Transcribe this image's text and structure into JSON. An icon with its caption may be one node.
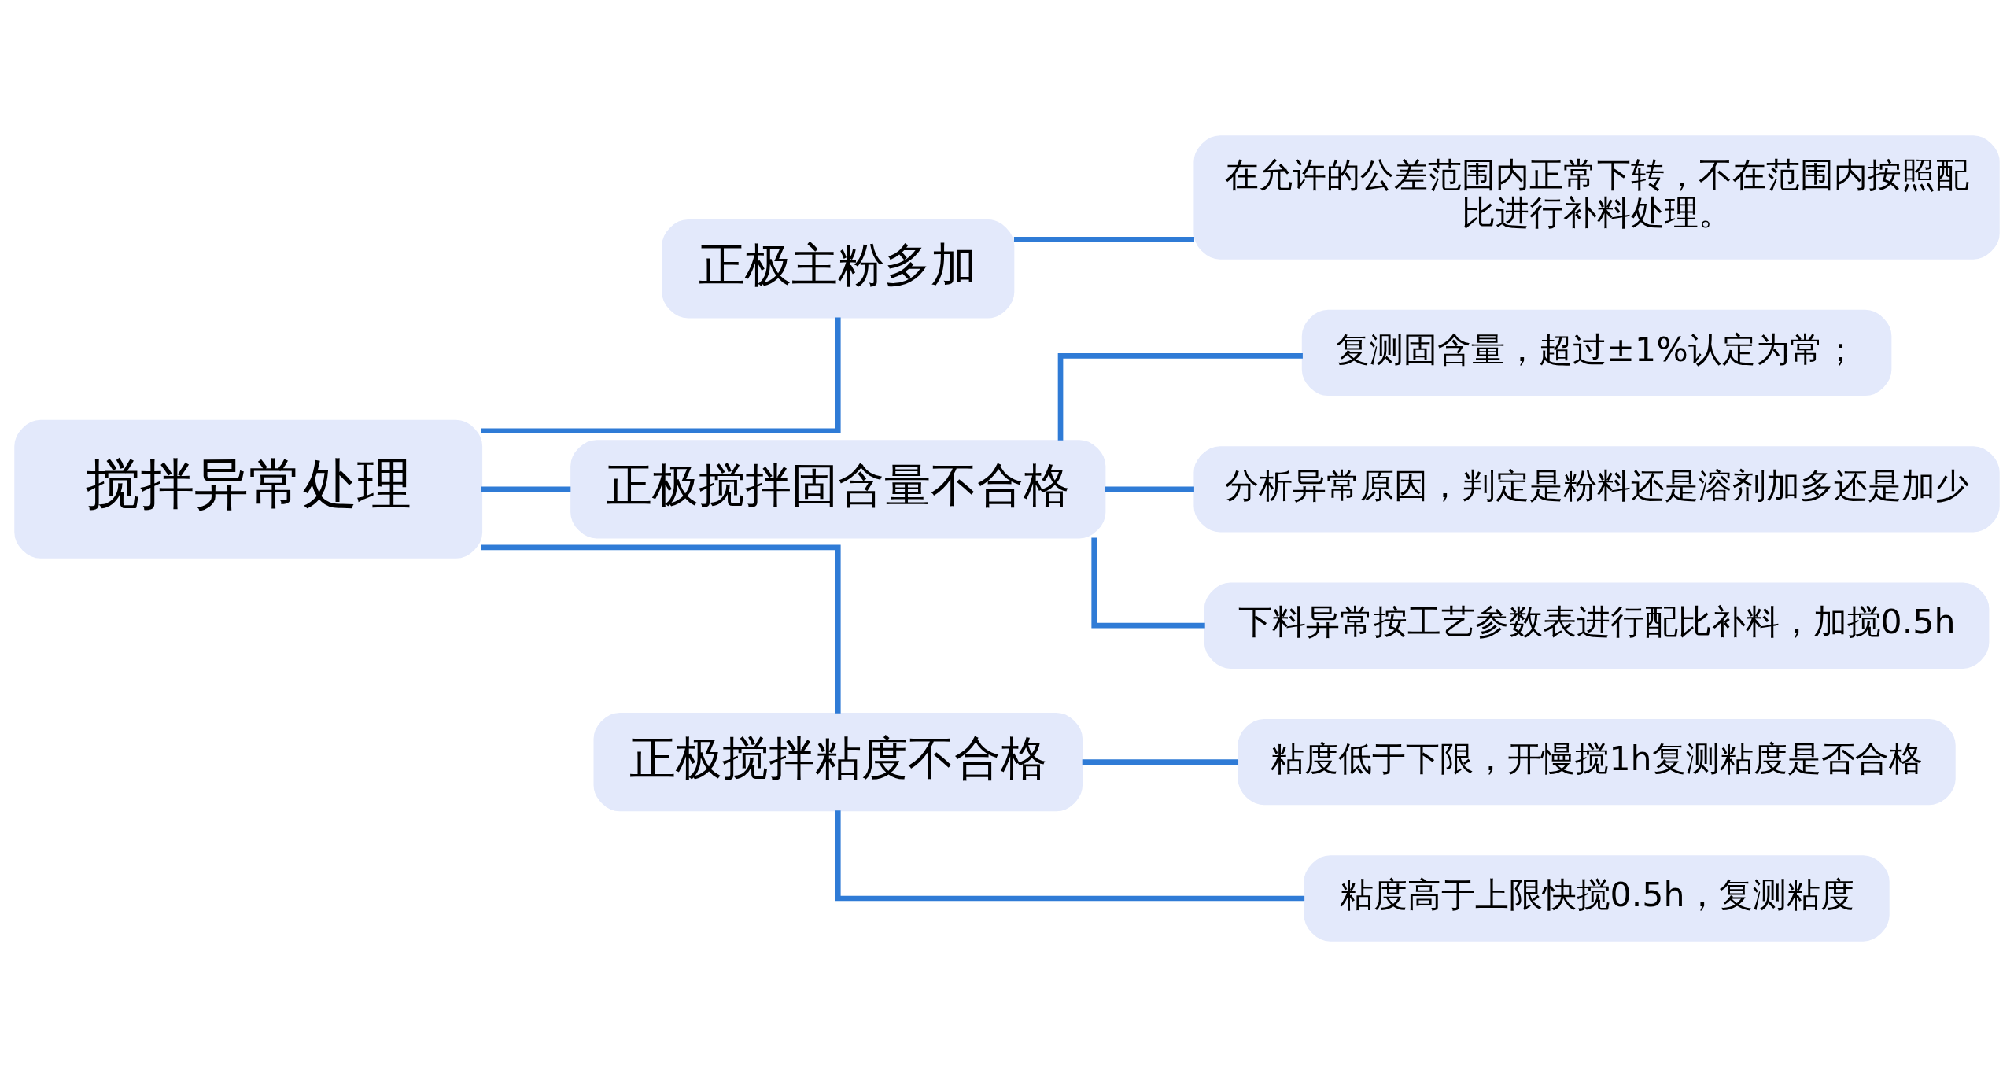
{
  "diagram": {
    "nodes": [
      {
        "text": [
          "搅拌异常处理"
        ]
      },
      {
        "text": [
          "正极主粉多加"
        ]
      },
      {
        "text": [
          "在允许的公差范围内正常下转，不在范围内按照配比进行补料处理。"
        ]
      },
      {
        "text": [
          "正极搅拌固含量不合格"
        ]
      },
      {
        "text": [
          "复测固含量，超过±1%认定为常；"
        ]
      },
      {
        "text": [
          "分析异常原因，判定是粉料还是溶剂加多还是加少"
        ]
      },
      {
        "text": [
          "下料异常按工艺参数表进行配比补料，加搅0.5h"
        ]
      },
      {
        "text": [
          "正极搅拌粘度不合格"
        ]
      },
      {
        "text": [
          "粘度低于下限，开慢搅1h复测粘度是否合格"
        ]
      },
      {
        "text": [
          "粘度高于上限快搅0.5h，复测粘度"
        ]
      }
    ],
    "edges": [
      {
        "from": 0,
        "to": 1,
        "arrow": "none"
      },
      {
        "from": 1,
        "to": 2,
        "arrow": "none"
      },
      {
        "from": 0,
        "to": 3,
        "arrow": "none"
      },
      {
        "from": 3,
        "to": 4,
        "arrow": "none"
      },
      {
        "from": 3,
        "to": 5,
        "arrow": "none"
      },
      {
        "from": 3,
        "to": 6,
        "arrow": "none"
      },
      {
        "from": 0,
        "to": 7,
        "arrow": "none"
      },
      {
        "from": 7,
        "to": 8,
        "arrow": "none"
      },
      {
        "from": 7,
        "to": 9,
        "arrow": "none"
      }
    ]
  }
}
